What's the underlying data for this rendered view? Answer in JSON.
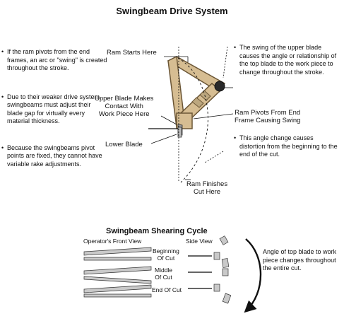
{
  "title": "Swingbeam Drive System",
  "notes_left": [
    "If the ram pivots from the end frames, an arc or \"swing\" is created throughout the stroke.",
    "Due to their weaker drive system, swingbeams must adjust their blade gap for virtually every material thickness.",
    "Because the swingbeams pivot points are fixed, they cannot have variable rake adjustments."
  ],
  "notes_right": [
    "The swing of the upper blade causes the angle or relationship of the top blade to the work piece to change throughout the stroke.",
    "This angle change causes distortion from the beginning to the end of the cut."
  ],
  "labels": {
    "ram_starts": "Ram Starts Here",
    "upper_blade_1": "Upper Blade Makes",
    "upper_blade_2": "Contact With",
    "upper_blade_3": "Work Piece Here",
    "lower_blade": "Lower Blade",
    "ram_pivots_1": "Ram Pivots From End",
    "ram_pivots_2": "Frame Causing Swing",
    "ram_finishes_1": "Ram Finishes",
    "ram_finishes_2": "Cut Here"
  },
  "cycle": {
    "title": "Swingbeam Shearing Cycle",
    "front_view": "Operator's Front View",
    "side_view": "Side View",
    "stage_beginning_1": "Beginning",
    "stage_beginning_2": "Of Cut",
    "stage_middle_1": "Middle",
    "stage_middle_2": "Of Cut",
    "stage_end": "End Of Cut",
    "note": "Angle of top blade to work piece changes throughout the entire cut."
  },
  "colors": {
    "blade_fill": "#c9c9c9",
    "ram_fill": "#d6bd92",
    "ram_stroke": "#6b5636",
    "line": "#111111"
  }
}
